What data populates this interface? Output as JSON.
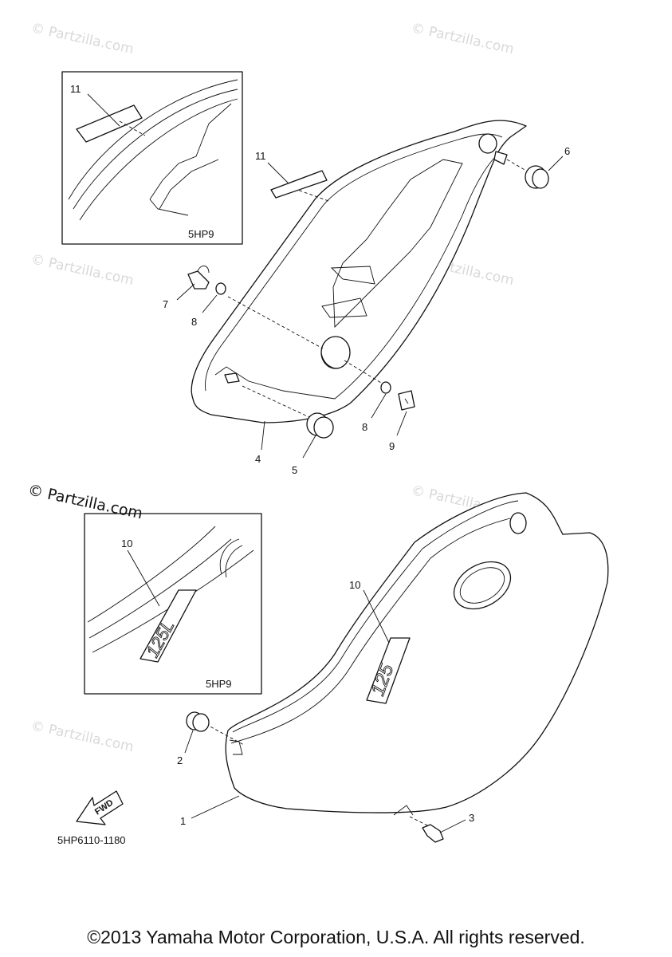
{
  "watermark": "© Partzilla.com",
  "callouts": {
    "c1": "1",
    "c2": "2",
    "c3": "3",
    "c4": "4",
    "c5": "5",
    "c6": "6",
    "c7": "7",
    "c8a": "8",
    "c8b": "8",
    "c9": "9",
    "c10_inset": "10",
    "c10_main": "10",
    "c11_inset": "11",
    "c11_main": "11"
  },
  "inset_top_code": "5HP9",
  "inset_bottom_code": "5HP9",
  "decal_inset_text": "125L",
  "decal_main_text": "125",
  "fwd_label": "FWD",
  "diagram_code": "5HP6110-1180",
  "copyright": "©2013 Yamaha Motor Corporation, U.S.A. All rights reserved."
}
